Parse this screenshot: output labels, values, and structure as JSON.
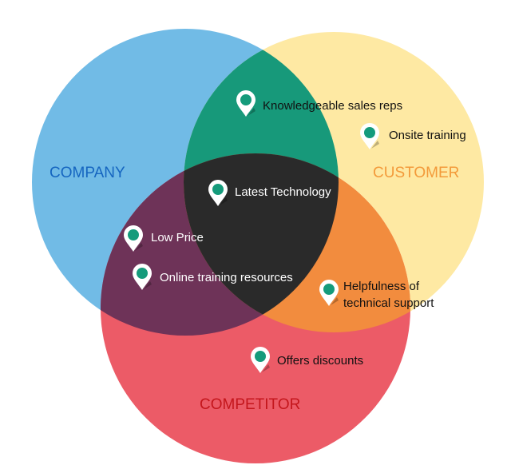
{
  "sets": [
    {
      "id": "company",
      "label": "COMPANY",
      "fill": "#71bbe6",
      "label_color": "#1565c0"
    },
    {
      "id": "customer",
      "label": "CUSTOMER",
      "fill": "#fee9a3",
      "label_color": "#f39a3a"
    },
    {
      "id": "competitor",
      "label": "COMPETITOR",
      "fill": "#ec5b67",
      "label_color": "#c4161c"
    }
  ],
  "intersections": {
    "company_customer": "#17997a",
    "company_competitor": "#6e3358",
    "customer_competitor": "#f28c3e",
    "all": "#2a2a2a"
  },
  "pin_color": "#159b7b",
  "items": [
    {
      "label": "Knowledgeable sales reps",
      "region": "company_customer",
      "text_color": "#111111"
    },
    {
      "label": "Onsite training",
      "region": "customer",
      "text_color": "#111111"
    },
    {
      "label": "Latest Technology",
      "region": "all",
      "text_color": "#ffffff"
    },
    {
      "label": "Low Price",
      "region": "company_competitor",
      "text_color": "#ffffff"
    },
    {
      "label": "Online training resources",
      "region": "company_competitor",
      "text_color": "#ffffff"
    },
    {
      "label": "Helpfulness of",
      "label_line2": "technical support",
      "region": "customer_competitor",
      "text_color": "#111111"
    },
    {
      "label": "Offers discounts",
      "region": "competitor",
      "text_color": "#111111"
    }
  ]
}
